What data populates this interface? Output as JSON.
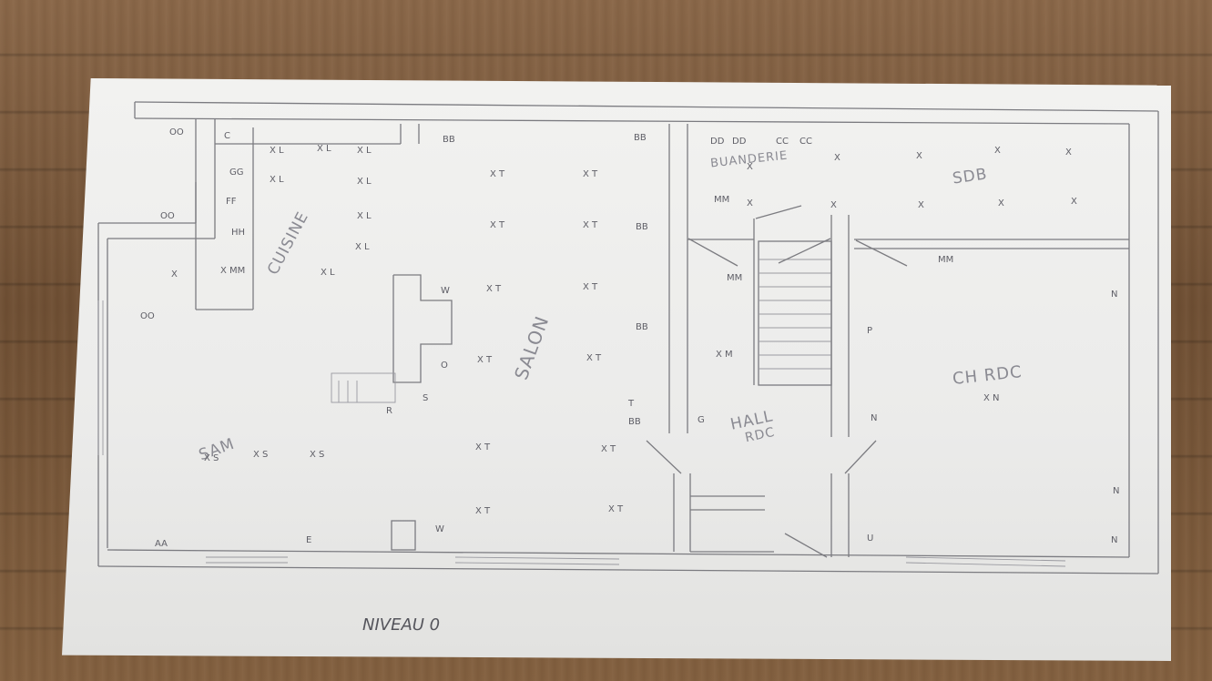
{
  "rooms": {
    "cuisine": "CUISINE",
    "salon": "SALON",
    "sam": "SAM",
    "buanderie": "BUANDERIE",
    "sdb": "SDB",
    "hall": "HALL",
    "rdc": "RDC",
    "chambre": "CH RDC"
  },
  "footer": {
    "level": "NIVEAU 0"
  },
  "marks": {
    "xl": "X L",
    "xt": "X T",
    "xs": "X S",
    "xmm": "X MM",
    "x": "X",
    "xm": "X M",
    "xn": "X N",
    "mm": "MM",
    "bb": "BB",
    "dd": "DD",
    "cc": "CC",
    "gg": "GG",
    "ff": "FF",
    "hh": "HH",
    "oo": "OO",
    "c": "C",
    "w": "W",
    "o": "O",
    "p": "P",
    "u": "U",
    "n": "N",
    "e": "E",
    "aa": "AA",
    "s": "S",
    "r": "R",
    "g": "G",
    "t": "T"
  },
  "colors": {
    "paper": "#efefed",
    "pencil": "#7b7b80",
    "wood": "#7a5a3c"
  }
}
